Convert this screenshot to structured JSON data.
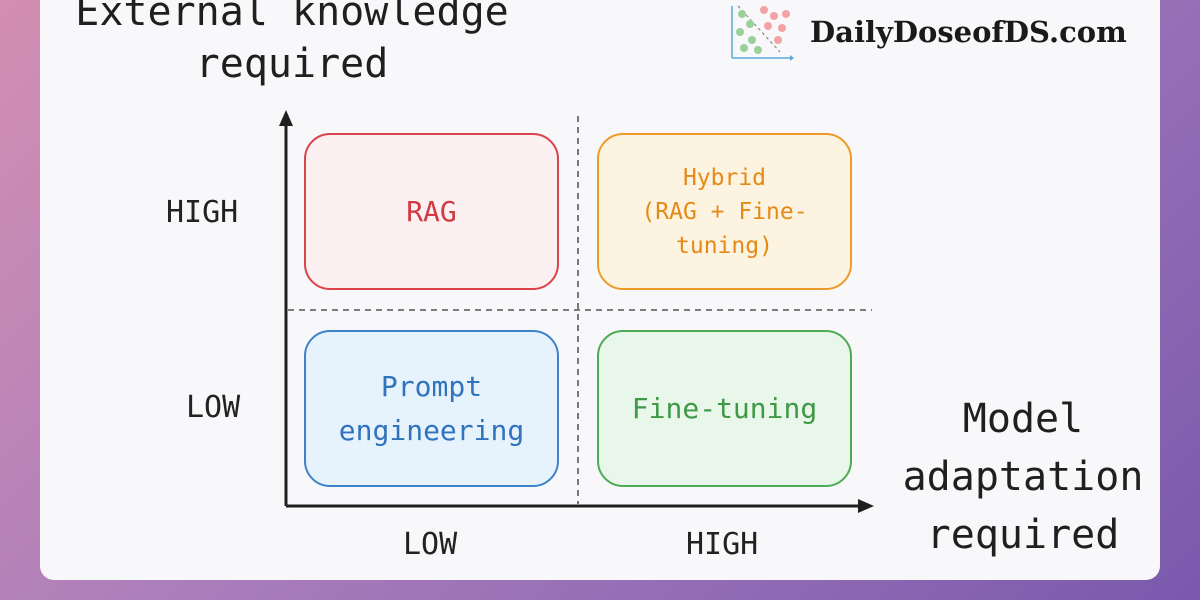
{
  "diagram": {
    "y_axis_label": "External knowledge required",
    "x_axis_label": "Model adaptation required",
    "y_ticks": {
      "high": "HIGH",
      "low": "LOW"
    },
    "x_ticks": {
      "low": "LOW",
      "high": "HIGH"
    },
    "quadrants": {
      "high_knowledge_low_adaptation": "RAG",
      "high_knowledge_high_adaptation": [
        "Hybrid",
        "(RAG + Fine-",
        "tuning)"
      ],
      "low_knowledge_low_adaptation": [
        "Prompt",
        "engineering"
      ],
      "low_knowledge_high_adaptation": "Fine-tuning"
    },
    "colors": {
      "rag": "#d9434b",
      "hybrid": "#ee9a2a",
      "prompt_engineering": "#3d83c9",
      "fine_tuning": "#4eaa55"
    }
  },
  "brand": {
    "name": "DailyDoseofDS.com",
    "logo_icon": "scatter-plot-logo-icon"
  }
}
